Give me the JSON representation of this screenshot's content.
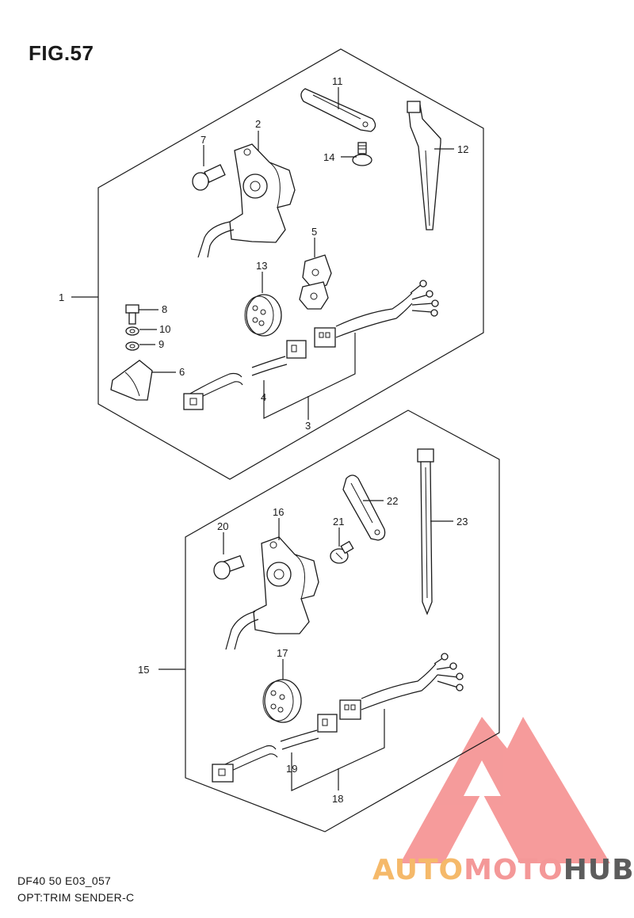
{
  "figure": {
    "title": "FIG.57",
    "code": "DF40 50 E03_057",
    "subtitle": "OPT:TRIM SENDER-C"
  },
  "watermark": {
    "part1": "AUTO",
    "part2": "MOTO",
    "part3": "HUB",
    "colors": {
      "auto": "#f5b96a",
      "moto": "#f49898",
      "hub": "#5c5c5c",
      "logo": "#f48a8a"
    }
  },
  "callouts": {
    "c1": "1",
    "c2": "2",
    "c3": "3",
    "c4": "4",
    "c5": "5",
    "c6": "6",
    "c7": "7",
    "c8": "8",
    "c9": "9",
    "c10": "10",
    "c11": "11",
    "c12": "12",
    "c13": "13",
    "c14": "14",
    "c15": "15",
    "c16": "16",
    "c17": "17",
    "c18": "18",
    "c19": "19",
    "c20": "20",
    "c21": "21",
    "c22": "22",
    "c23": "23"
  }
}
